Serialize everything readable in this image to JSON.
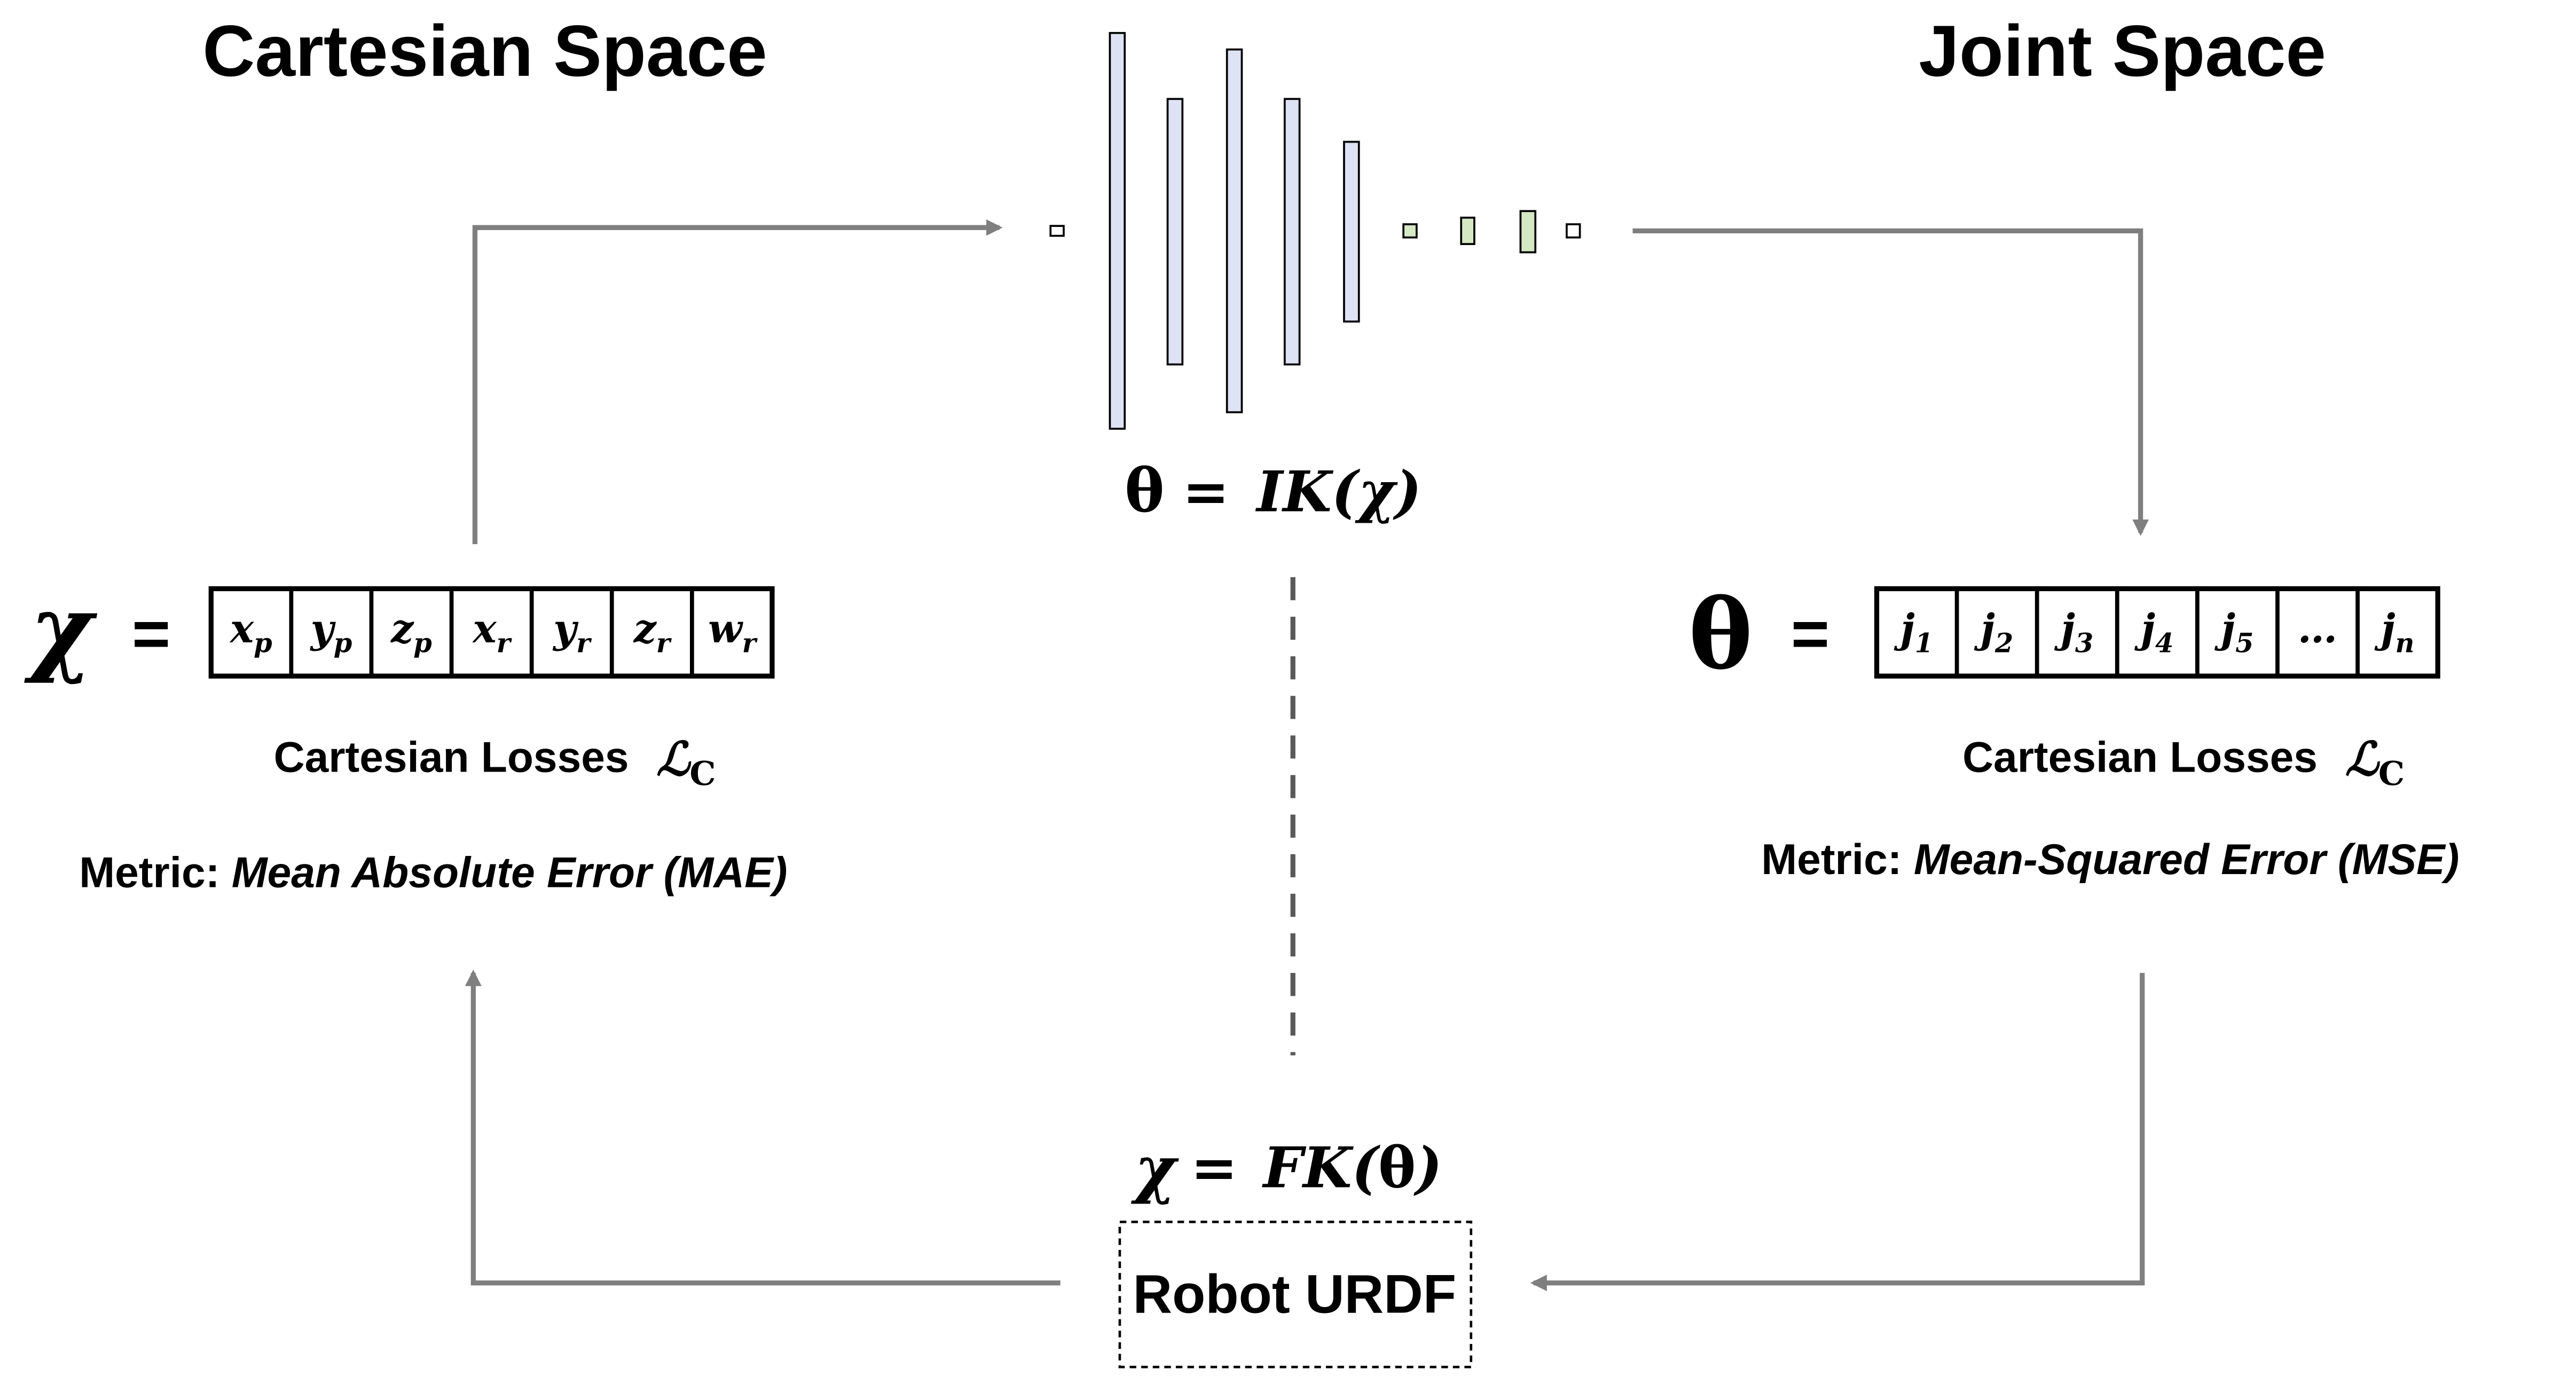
{
  "titles": {
    "left": "Cartesian Space",
    "right": "Joint Space"
  },
  "network": {
    "formula_ik": "θ = IK(χ)",
    "formula_fk": "χ = FK(θ)",
    "layer_colors": {
      "blue": "#dde3f4",
      "green": "#d5e8c4",
      "white": "#ffffff"
    }
  },
  "left_vector": {
    "symbol": "χ",
    "equals": "=",
    "cells": [
      {
        "base": "x",
        "sub": "p"
      },
      {
        "base": "y",
        "sub": "p"
      },
      {
        "base": "z",
        "sub": "p"
      },
      {
        "base": "x",
        "sub": "r"
      },
      {
        "base": "y",
        "sub": "r"
      },
      {
        "base": "z",
        "sub": "r"
      },
      {
        "base": "w",
        "sub": "r"
      }
    ],
    "loss_label": "Cartesian Losses",
    "loss_symbol": "ℒ",
    "loss_sub": "C",
    "metric_prefix": "Metric:",
    "metric_value": "Mean Absolute Error (MAE)"
  },
  "right_vector": {
    "symbol": "θ",
    "equals": "=",
    "cells": [
      {
        "base": "j",
        "sub": "1"
      },
      {
        "base": "j",
        "sub": "2"
      },
      {
        "base": "j",
        "sub": "3"
      },
      {
        "base": "j",
        "sub": "4"
      },
      {
        "base": "j",
        "sub": "5"
      },
      {
        "base": "…",
        "sub": ""
      },
      {
        "base": "j",
        "sub": "n"
      }
    ],
    "loss_label": "Cartesian Losses",
    "loss_symbol": "ℒ",
    "loss_sub": "C",
    "metric_prefix": "Metric:",
    "metric_value": "Mean-Squared Error (MSE)"
  },
  "urdf": {
    "label": "Robot URDF"
  },
  "colors": {
    "arrow": "#7f7f7f",
    "dashed": "#595959",
    "text": "#000000"
  }
}
